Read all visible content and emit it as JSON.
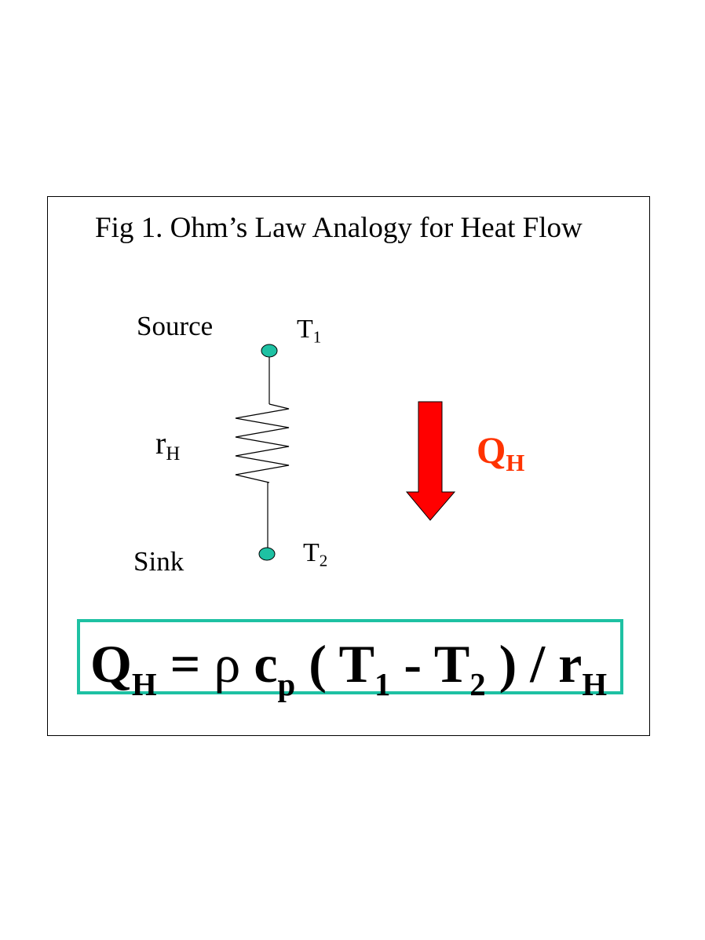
{
  "figure": {
    "title": "Fig 1. Ohm’s Law Analogy for Heat Flow"
  },
  "circuit": {
    "source_label": "Source",
    "sink_label": "Sink",
    "t1": {
      "base": "T",
      "sub": "1"
    },
    "t2": {
      "base": "T",
      "sub": "2"
    },
    "resistance": {
      "base": "r",
      "sub": "H"
    },
    "node_color": "#1ec1a3"
  },
  "heat_flow": {
    "label": {
      "base": "Q",
      "sub": "H"
    },
    "arrow_color": "#ff0000",
    "label_color": "#ff3300"
  },
  "equation": {
    "q_base": "Q",
    "q_sub": "H",
    "eq": " = ",
    "rho": "ρ",
    "c_base": " c",
    "c_sub": "p",
    "open": " ( ",
    "t1_base": "T",
    "t1_sub": "1",
    "minus": " - ",
    "t2_base": "T",
    "t2_sub": "2",
    "close": " ) / ",
    "r_base": "r",
    "r_sub": "H",
    "box_color": "#1ec1a3"
  }
}
